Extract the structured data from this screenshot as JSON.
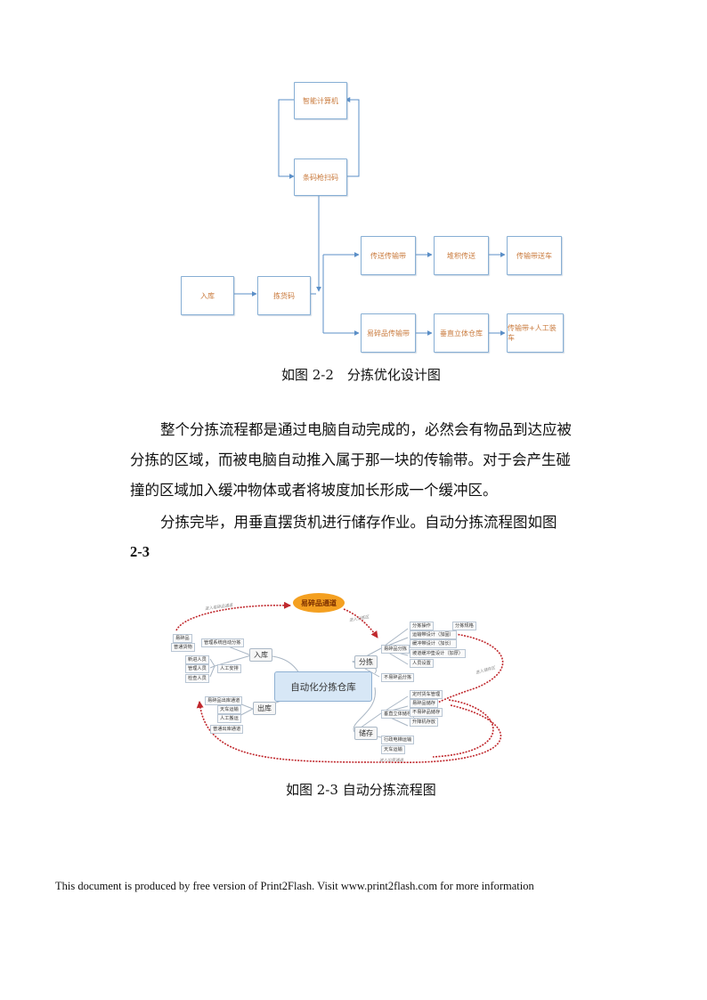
{
  "figure_2_2": {
    "boxes": {
      "smart_computer": "智能计算机",
      "barcode_scan": "条码枪扫码",
      "inbound": "入库",
      "sorting_code": "拣货码",
      "belt_top": "传送传输带",
      "sort_run": "堆积传送",
      "truck_top": "传输带送车",
      "fragile_belt": "易碎品传输带",
      "vertical_store": "垂直立体仓库",
      "truck_bottom": "传输带+人工装车"
    },
    "caption": "如图 2-2　分拣优化设计图"
  },
  "body": {
    "para1_line1": "整个分拣流程都是通过电脑自动完成的，必然会有物品到达应被",
    "para1_line2": "分拣的区域，而被电脑自动推入属于那一块的传输带。对于会产生碰",
    "para1_line3": "撞的区域加入缓冲物体或者将坡度加长形成一个缓冲区。",
    "para2_line1": "分拣完毕，用垂直摆货机进行储存作业。自动分拣流程图如图",
    "para2_line2": "2-3"
  },
  "figure_2_3": {
    "center": "自动化分拣仓库",
    "fragile_channel": "易碎品通道",
    "branches": {
      "inbound": "入库",
      "sorting": "分拣",
      "outbound": "出库",
      "storage": "储存"
    },
    "left_nodes": {
      "fragile_goods": "易碎品",
      "normal_goods": "普通货物",
      "mgmt_system": "管理系统自动分拣",
      "new_staff": "新进人员",
      "mgmt_staff": "管理人员",
      "check_staff": "检查人员",
      "manual_arrange": "人工安排",
      "fragile_exit": "易碎品出库通道",
      "transport": "天车运输",
      "manual_move": "人工搬运",
      "normal_exit": "普通出库通道"
    },
    "right_nodes": {
      "fragile_sort": "易碎品分拣",
      "sort_op": "分拣操作",
      "sort_spec": "分拣规格",
      "belt_design": "运输带设计（加固）",
      "buffer_design": "缓冲带设计（加长）",
      "slope_design": "坡道缓冲垫设计（加厚）",
      "staff_config": "人员设置",
      "nonfragile_sort": "不易碎品分拣",
      "vertical_store": "垂直立体储存",
      "timed_check": "定时货车管理",
      "fragile_store": "易碎品储存",
      "nonfragile_store": "不易碎品储存",
      "raise_store": "升降机存放",
      "elevator_transport": "行政电梯运输",
      "crane_transport": "天车运输"
    },
    "notes": {
      "enter_fragile": "进入易碎品通道",
      "enter_sort": "进入分拣区",
      "enter_store": "进入储存区",
      "enter_exit": "进入出库通道"
    },
    "caption": "如图 2-3  自动分拣流程图"
  },
  "footer": "This document is produced by free version of Print2Flash. Visit www.print2flash.com for more information",
  "colors": {
    "box_border": "#86aed4",
    "box_text": "#c97a3c",
    "arrow": "#5b8fc7",
    "dashed_red": "#c0282d",
    "center_fill": "#d7e7f6",
    "top_fill": "#f4a021"
  }
}
